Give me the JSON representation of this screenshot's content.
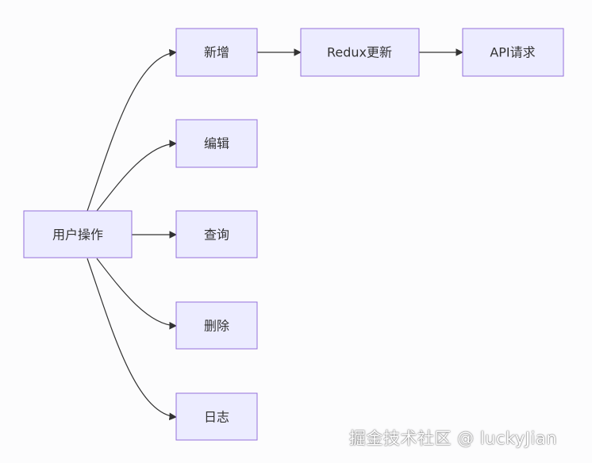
{
  "diagram": {
    "nodes": {
      "user_action": "用户操作",
      "add": "新增",
      "edit": "编辑",
      "query": "查询",
      "delete": "删除",
      "log": "日志",
      "redux_update": "Redux更新",
      "api_request": "API请求"
    },
    "edges": [
      [
        "user_action",
        "add"
      ],
      [
        "user_action",
        "edit"
      ],
      [
        "user_action",
        "query"
      ],
      [
        "user_action",
        "delete"
      ],
      [
        "user_action",
        "log"
      ],
      [
        "add",
        "redux_update"
      ],
      [
        "redux_update",
        "api_request"
      ]
    ],
    "colors": {
      "node_fill": "#ececff",
      "node_stroke": "#9370db",
      "edge": "#333333"
    }
  },
  "watermark": "掘金技术社区 @ luckyJian"
}
